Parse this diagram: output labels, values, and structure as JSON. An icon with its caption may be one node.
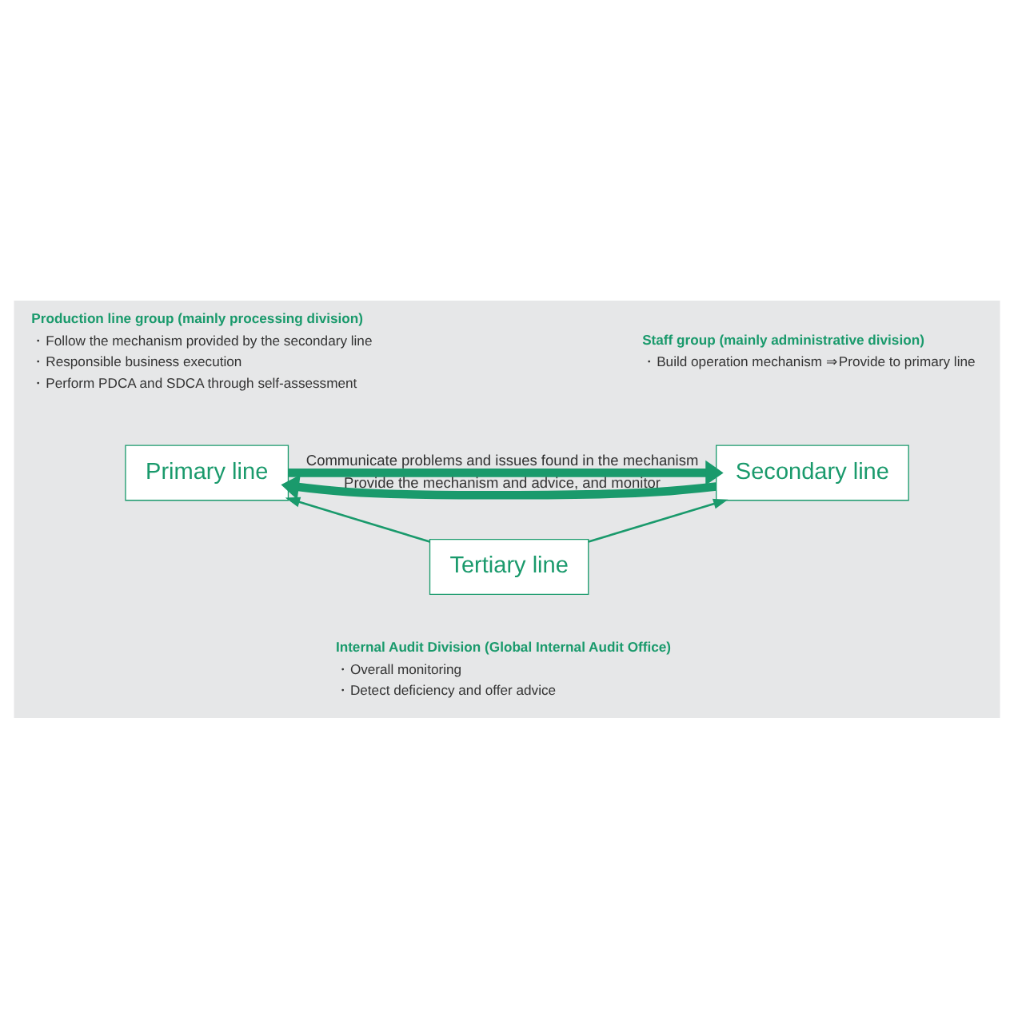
{
  "diagram": {
    "nodes": [
      {
        "text": [
          "Production line group (mainly processing division)",
          "・Follow the mechanism provided by the secondary line",
          "・Responsible business execution",
          "・Perform PDCA and SDCA through self-assessment"
        ]
      },
      {
        "text": [
          "Staff group (mainly administrative division)",
          "・Build operation mechanism ⇒Provide to primary line"
        ]
      },
      {
        "text": [
          "Primary line"
        ]
      },
      {
        "text": [
          "Secondary line"
        ]
      },
      {
        "text": [
          "Tertiary line"
        ]
      },
      {
        "text": [
          "Internal Audit Division (Global Internal Audit Office)",
          "・Overall monitoring",
          "・Detect deficiency and offer advice"
        ]
      }
    ],
    "edges": [
      {
        "from": 2,
        "to": 3,
        "arrow": "to",
        "label": "Communicate problems and issues found in the mechanism",
        "style": "thick"
      },
      {
        "from": 3,
        "to": 2,
        "arrow": "to",
        "label": "Provide the mechanism and advice, and monitor",
        "style": "thick"
      },
      {
        "from": 4,
        "to": 2,
        "arrow": "to"
      },
      {
        "from": 4,
        "to": 3,
        "arrow": "to"
      }
    ]
  }
}
